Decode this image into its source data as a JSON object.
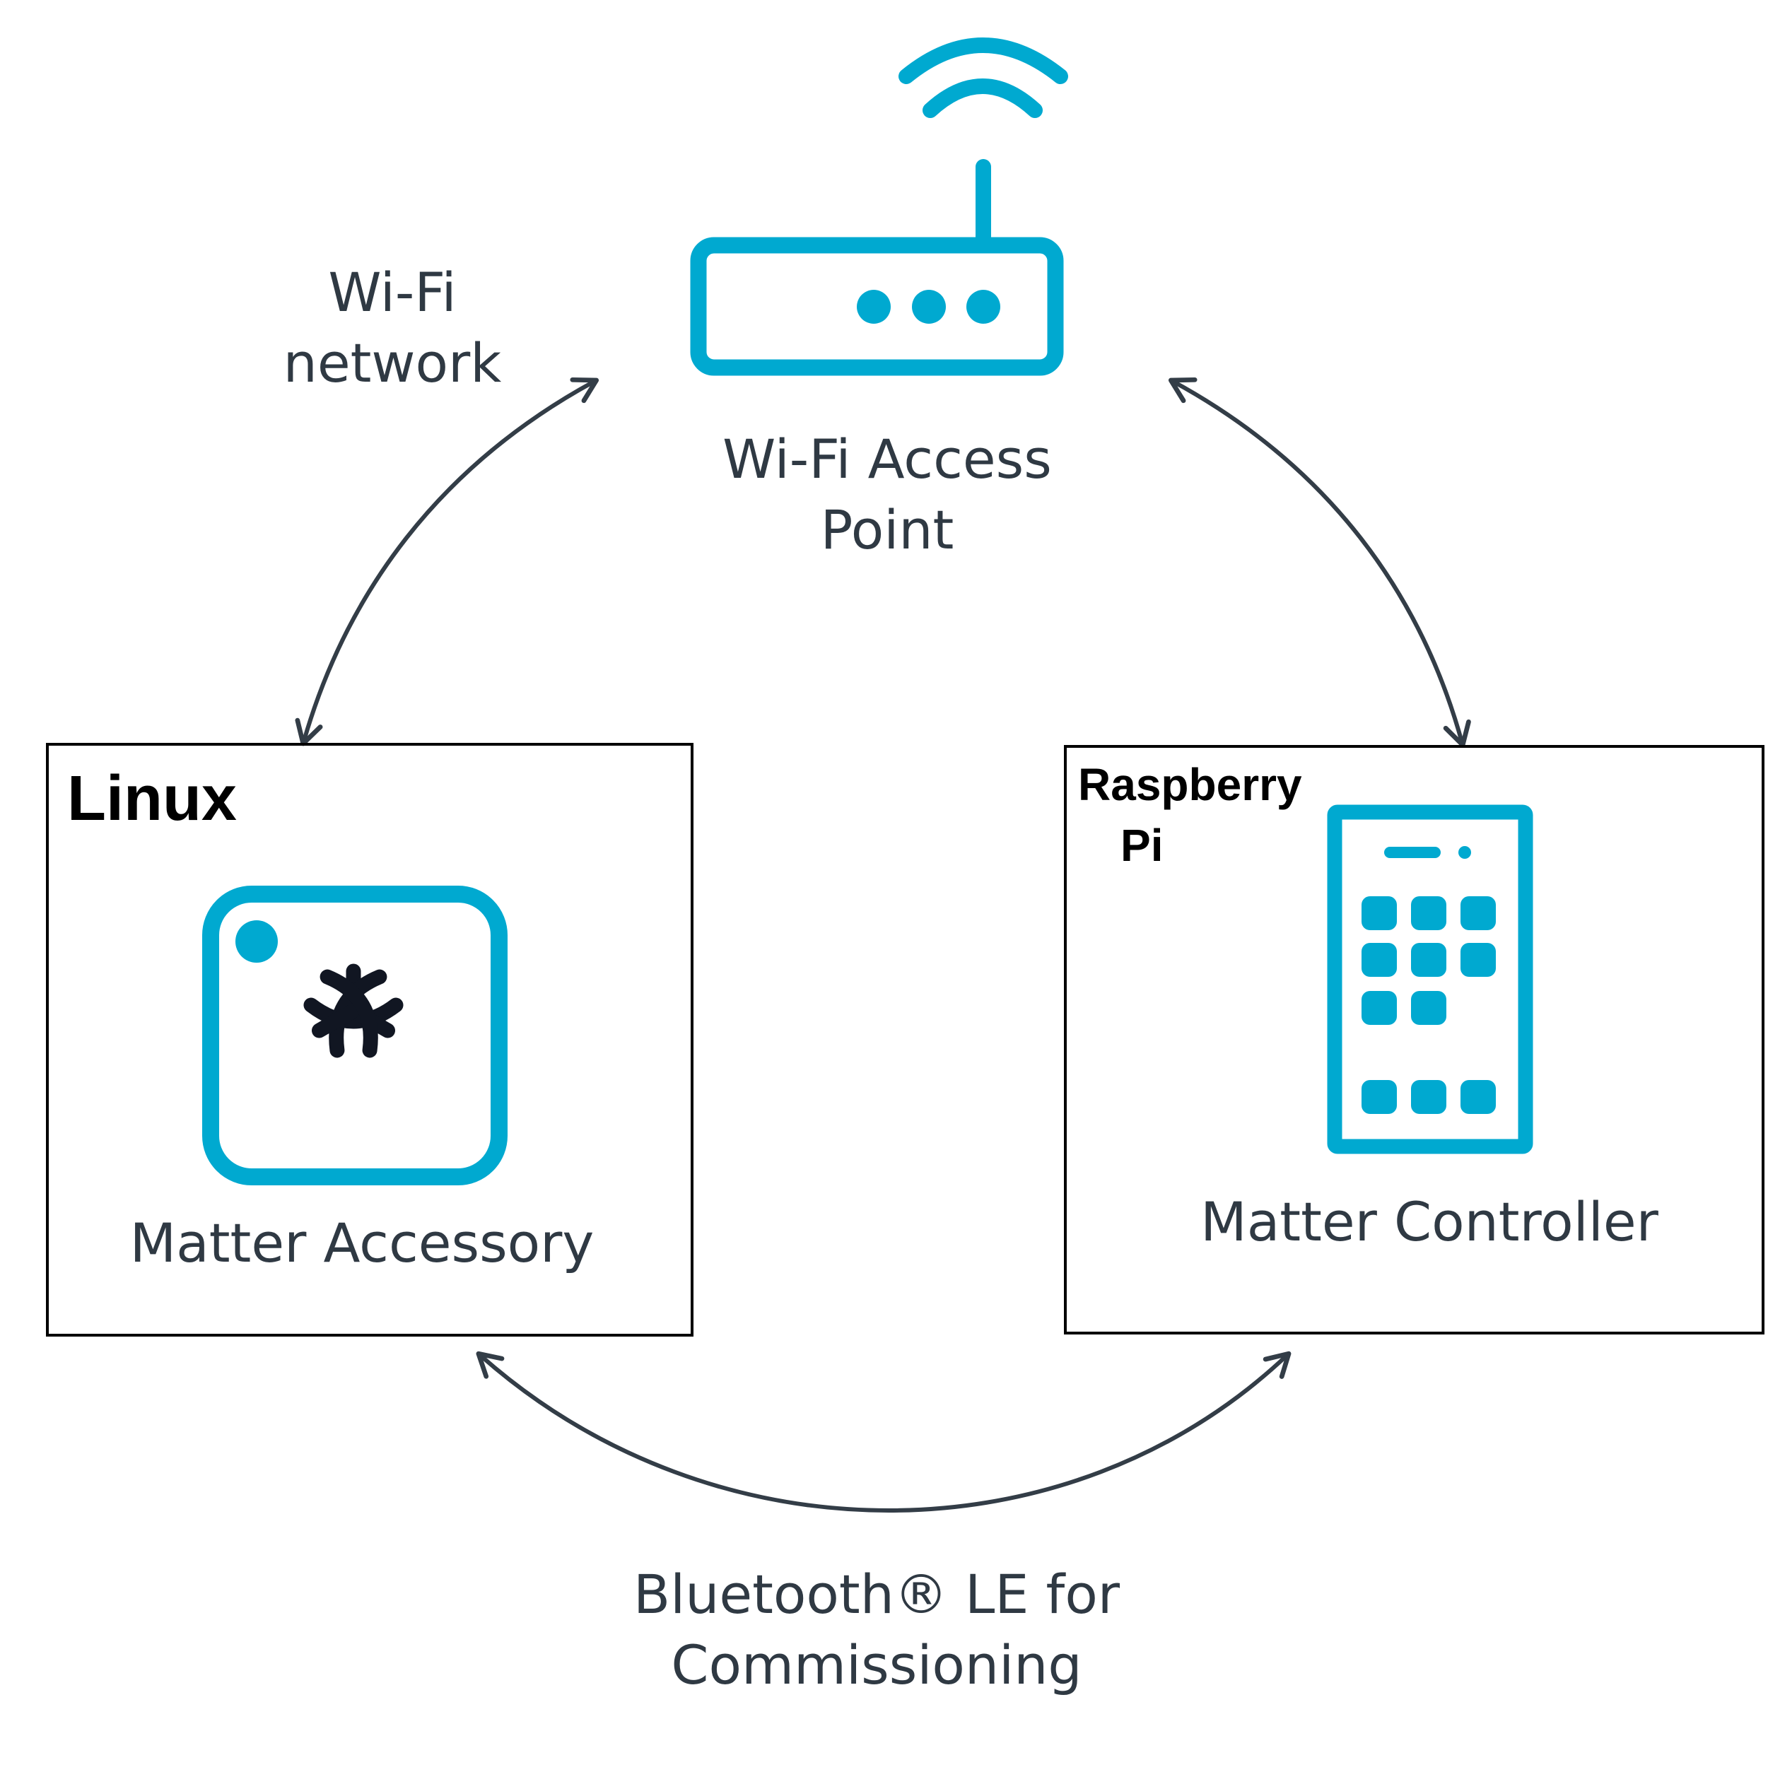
{
  "colors": {
    "accent": "#00a9d0",
    "text": "#2f3943",
    "arrow": "#333d47",
    "logo": "#111622",
    "box_border": "#000000"
  },
  "access_point": {
    "icon": "router-icon",
    "label_line1": "Wi-Fi Access",
    "label_line2": "Point"
  },
  "wifi_link": {
    "label_line1": "Wi-Fi",
    "label_line2": "network"
  },
  "linux_box": {
    "title": "Linux",
    "device_icon": "matter-device-icon",
    "device_label": "Matter Accessory"
  },
  "raspberry_box": {
    "title_line1": "Raspberry",
    "title_line2": "Pi",
    "device_icon": "smartphone-icon",
    "device_label": "Matter Controller"
  },
  "ble_link": {
    "label_line1": "Bluetooth® LE for",
    "label_line2": "Commissioning"
  }
}
